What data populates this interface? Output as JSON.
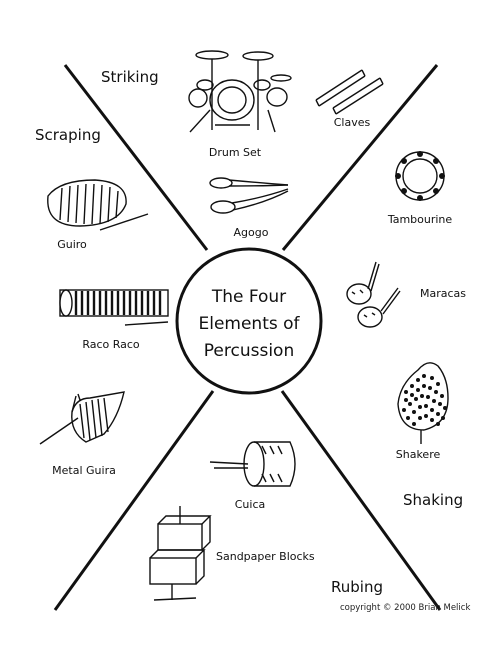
{
  "center": {
    "line1": "The Four",
    "line2": "Elements of",
    "line3": "Percussion"
  },
  "sections": {
    "striking": "Striking",
    "scraping": "Scraping",
    "shaking": "Shaking",
    "rubbing": "Rubing"
  },
  "instruments": {
    "drum_set": "Drum Set",
    "claves": "Claves",
    "agogo": "Agogo",
    "tambourine": "Tambourine",
    "guiro": "Guiro",
    "maracas": "Maracas",
    "raco_raco": "Raco Raco",
    "shakere": "Shakere",
    "metal_guira": "Metal Guira",
    "cuica": "Cuica",
    "sandpaper_blocks": "Sandpaper Blocks"
  },
  "copyright": "copyright © 2000 Brian Melick",
  "colors": {
    "ink": "#111111",
    "background": "#ffffff"
  }
}
